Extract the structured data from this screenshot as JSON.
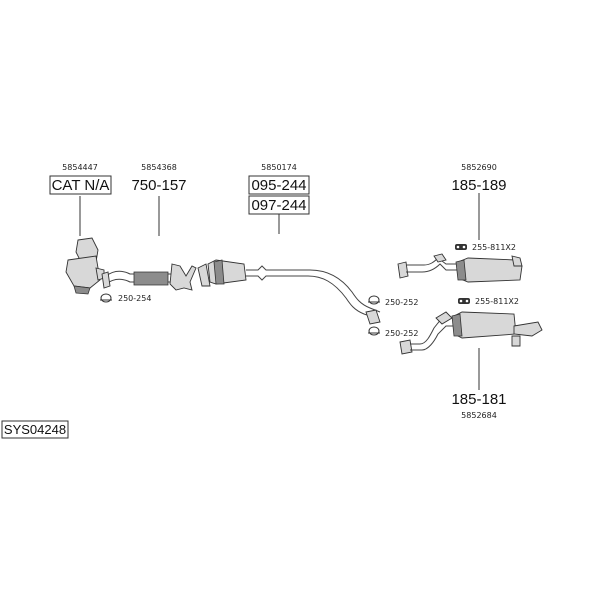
{
  "system_code": "SYS04248",
  "parts": {
    "catalyst": {
      "number": "5854447",
      "code": "CAT N/A"
    },
    "front_pipe": {
      "number": "5854368",
      "code": "750-157"
    },
    "middle_silencer": {
      "number": "5850174",
      "codes": [
        "095-244",
        "097-244"
      ]
    },
    "rear_silencer_upper": {
      "number": "5852690",
      "code": "185-189"
    },
    "rear_silencer_lower": {
      "number": "5852684",
      "code": "185-181"
    }
  },
  "fittings": {
    "clamp_front": "250-254",
    "clamp_mid_upper": "250-252",
    "clamp_mid_lower": "250-252",
    "hanger_upper": "255-811X2",
    "hanger_lower": "255-811X2"
  }
}
